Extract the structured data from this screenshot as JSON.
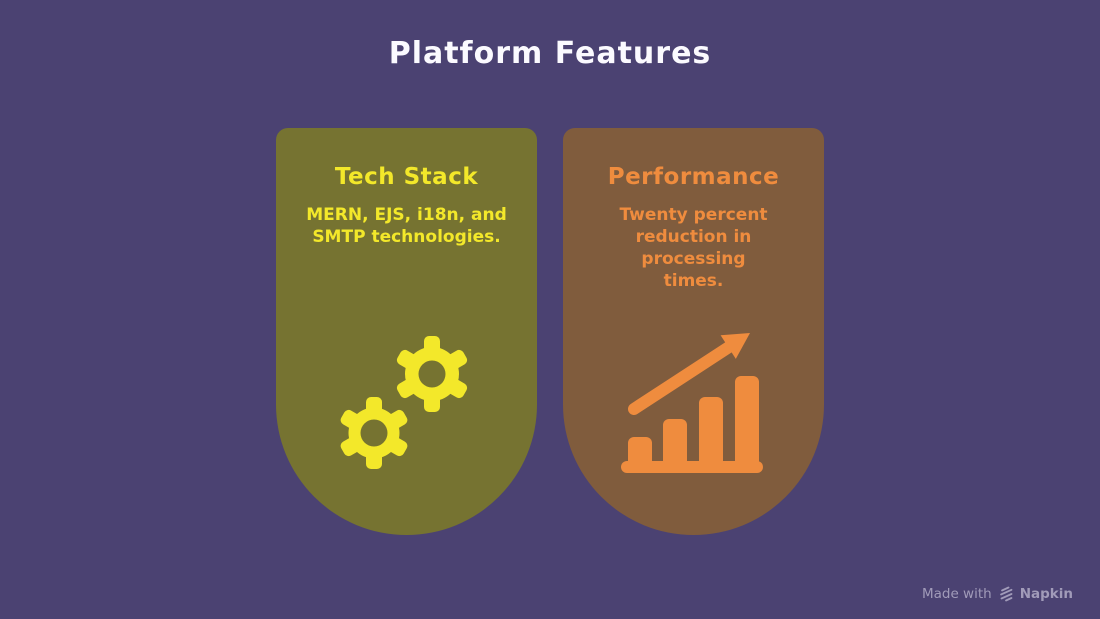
{
  "title": "Platform Features",
  "cards": [
    {
      "heading": "Tech Stack",
      "body": "MERN, EJS, i18n, and SMTP technologies.",
      "icon": "gears-icon",
      "background_color": "#767331",
      "text_color": "#F3E82A"
    },
    {
      "heading": "Performance",
      "body": "Twenty percent reduction in processing times.",
      "icon": "growth-bar-chart-icon",
      "background_color": "#805C3D",
      "text_color": "#EF8C3E"
    }
  ],
  "watermark": {
    "prefix": "Made with",
    "brand": "Napkin",
    "logo_icon": "napkin-logo-icon"
  },
  "colors": {
    "background": "#4B4272",
    "title_text": "#FBFAFF",
    "watermark_text": "#A19BB9"
  }
}
